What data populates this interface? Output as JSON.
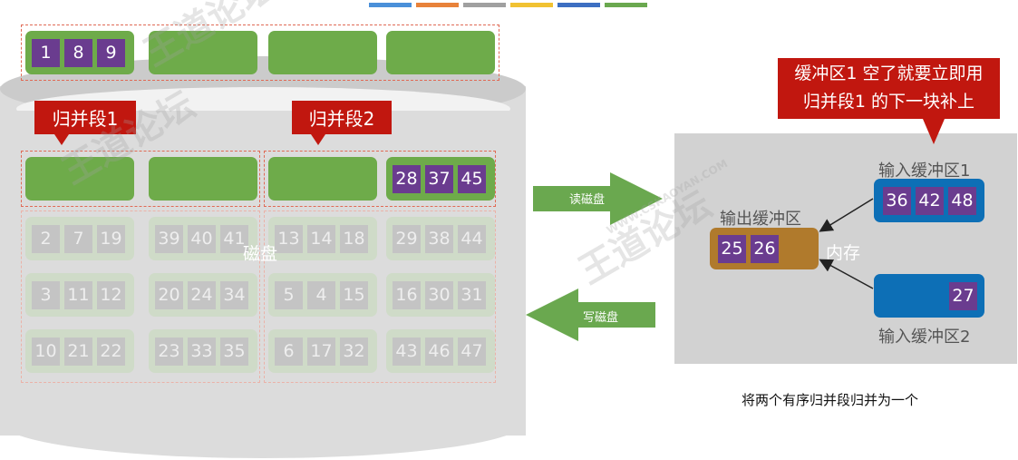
{
  "header_strip_colors": [
    "#4a90d9",
    "#e8823a",
    "#a0a0a0",
    "#f1c232",
    "#3d6fc2",
    "#6aa84f"
  ],
  "disk": {
    "label": "磁盘",
    "input_run_row": [
      [
        "1",
        "8",
        "9"
      ],
      [],
      [],
      []
    ],
    "run_row": [
      [],
      [],
      [],
      [
        "28",
        "37",
        "45"
      ]
    ],
    "faded_rows": [
      [
        [
          "2",
          "7",
          "19"
        ],
        [
          "39",
          "40",
          "41"
        ],
        [
          "13",
          "14",
          "18"
        ],
        [
          "29",
          "38",
          "44"
        ]
      ],
      [
        [
          "3",
          "11",
          "12"
        ],
        [
          "20",
          "24",
          "34"
        ],
        [
          "5",
          "4",
          "15"
        ],
        [
          "16",
          "30",
          "31"
        ]
      ],
      [
        [
          "10",
          "21",
          "22"
        ],
        [
          "23",
          "33",
          "35"
        ],
        [
          "6",
          "17",
          "32"
        ],
        [
          "43",
          "46",
          "47"
        ]
      ]
    ]
  },
  "labels": {
    "run1": "归并段1",
    "run2": "归并段2",
    "callout_line1": "缓冲区1 空了就要立即用",
    "callout_line2": "归并段1 的下一块补上"
  },
  "arrows": {
    "read": "读磁盘",
    "write": "写磁盘"
  },
  "memory": {
    "label": "内存",
    "input_buffer_1": {
      "label": "输入缓冲区1",
      "values": [
        "36",
        "42",
        "48"
      ]
    },
    "input_buffer_2": {
      "label": "输入缓冲区2",
      "values": [
        "27"
      ]
    },
    "output_buffer": {
      "label": "输出缓冲区",
      "values": [
        "25",
        "26"
      ]
    }
  },
  "caption": "将两个有序归并段归并为一个",
  "watermark": {
    "brand": "王道论坛",
    "url": "WWW.CSKAOYAN.COM"
  }
}
